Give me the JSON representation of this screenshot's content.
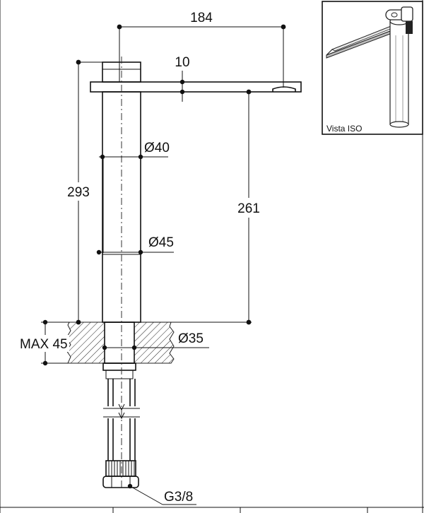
{
  "drawing": {
    "dimensions": {
      "spout_length": "184",
      "spout_thickness": "10",
      "diameter_upper": "Ø40",
      "diameter_lower": "Ø45",
      "diameter_base": "Ø35",
      "total_height": "293",
      "spout_height": "261",
      "max_deck_thickness": "MAX 45",
      "connection": "G3/8"
    },
    "iso_view": {
      "label": "Vista ISO"
    }
  }
}
